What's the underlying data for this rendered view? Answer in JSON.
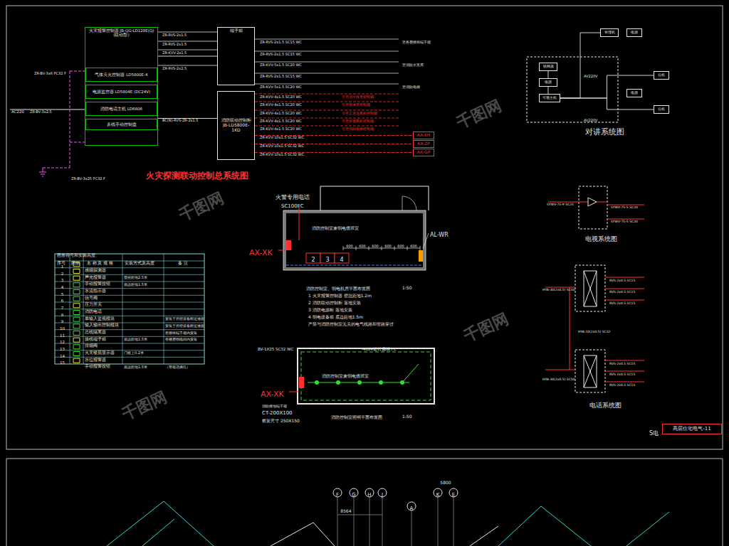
{
  "diagram": {
    "title": "火灾探测联动控制总系统图",
    "nodes": [
      {
        "text": [
          "火灾报警控制器 JB-QG-LD128E(Q) (联动型)"
        ]
      },
      {
        "text": [
          "气体灭火控制器 LD5800E-4"
        ],
        "in": 0
      },
      {
        "text": [
          "电源监控器 LD5804E (DC24V)"
        ],
        "in": 0
      },
      {
        "text": [
          "消防电话主机 LD6806"
        ],
        "in": 0
      },
      {
        "text": [
          "多线手动控制盘"
        ],
        "in": 0
      },
      {
        "text": [
          "端子箱"
        ]
      },
      {
        "text": [
          "消防联动控制柜 JB-LD5800E-1KD"
        ]
      },
      {
        "text": [
          "AX-XH"
        ]
      },
      {
        "text": [
          "AX-ZP"
        ]
      },
      {
        "text": [
          "AX-GP"
        ]
      },
      {
        "text": [
          "联网器"
        ]
      },
      {
        "text": [
          "电源"
        ]
      },
      {
        "text": [
          "可视主机"
        ]
      },
      {
        "text": [
          "管理机"
        ]
      },
      {
        "text": [
          "电源"
        ]
      },
      {
        "text": [
          "分机"
        ]
      },
      {
        "text": [
          "电源"
        ]
      },
      {
        "text": [
          "分机"
        ]
      },
      {
        "text": [
          "高层住宅电气-11"
        ]
      }
    ],
    "edges": [
      {
        "from": 0,
        "to": 5,
        "arrow": "none"
      },
      {
        "from": 0,
        "to": 6,
        "arrow": "none"
      },
      {
        "from": 6,
        "to": 7,
        "arrow": "none"
      },
      {
        "from": 6,
        "to": 8,
        "arrow": "none"
      },
      {
        "from": 6,
        "to": 9,
        "arrow": "none"
      },
      {
        "from": 12,
        "to": 13,
        "arrow": "none"
      },
      {
        "from": 12,
        "to": 15,
        "arrow": "none"
      },
      {
        "from": 12,
        "to": 17,
        "arrow": "none"
      },
      {
        "from": 10,
        "to": 11,
        "arrow": "none"
      },
      {
        "from": 11,
        "to": 12,
        "arrow": "none"
      }
    ],
    "labels": [
      "AC220",
      "ZR-BV-3x2.5",
      "ZR-BV-3x6 PC32 F",
      "ZR-BV-3x25 PC32 F",
      "ZR-RVS-2x1.5",
      "ZR-RVS-2x1.5",
      "ZR-KVV-2x1.5",
      "ZR-RVS-2x2.5",
      "BC(N)-RVS-ZR-2x1.5",
      "ZR-RVS-2x1.5 SC15 WC",
      "ZR-RVS-2x1.5 SC15 WC",
      "ZR-KVV-5x1.5 SC20 WC",
      "ZR-RVS-2x1.5 SC15 WC",
      "ZR-KVV-5x1.5 SC20 WC",
      "至各层接线端子箱",
      "至消防水泵房",
      "至消防电梯",
      "ZR-KVV-4x1.5 SC20 WC",
      "ZR-KVV-4x1.5 SC20 WC",
      "ZR-KVV-4x1.5 SC20 WC",
      "ZR-KVV-4x1.5 SC20 WC",
      "ZR-KVV-4x1.5 SC20 WC",
      "引至消火栓泵控制箱",
      "引至喷淋泵控制箱",
      "引至正压送风机控制箱",
      "引至排烟风机控制箱",
      "引至消防电梯控制箱",
      "ZR-KVV-10x1.5 SC32 WC",
      "ZR-KVV-10x1.5 SC32 WC",
      "ZR-KVV-10x1.5 SC32 WC",
      "对讲系统图",
      "AV220V",
      "AV220V",
      "电视系统图",
      "SYWV-75-9 SC25",
      "SYWV-75-5 SC20",
      "SYWV-75-5 SC20",
      "HYA-30(2x0.5) SC50",
      "RVS-2x0.5 SC15",
      "RVS-2x0.5 SC15",
      "RVS-2x0.5 SC15",
      "HYA-30(2x0.5) SC50",
      "RVS-2x0.5 SC15",
      "RVS-2x0.5 SC15",
      "RVS-2x0.5 SC15",
      "电话系统图",
      "HYA-10(2x0.5) SC32",
      "图形符号和安装高度",
      "序号",
      "图例",
      "名 称 及 规 格",
      "安装方式及高度",
      "备 注",
      "1",
      "2",
      "3",
      "4",
      "5",
      "6",
      "7",
      "8",
      "9",
      "10",
      "11",
      "12",
      "13",
      "14",
      "15",
      "感烟探测器",
      "声光报警器",
      "手动报警按钮",
      "水流指示器",
      "信号阀",
      "压力开关",
      "消防电话",
      "单输入监视模块",
      "输入输出控制模块",
      "总线隔离器",
      "接线端子箱",
      "排烟阀",
      "火灾楼层显示器",
      "水位报警器",
      "手动报警按钮",
      "壁挂距地2.5米",
      "底边距地1.5米",
      "底边距地1.5米",
      "门框上0.2米",
      "底边距地1.5米",
      "安装于所控设备附近墙面",
      "安装于所控设备附近墙面",
      "在接线端子箱内安装",
      "在楼层弱电间内安装",
      "（带电话插孔）",
      "火警专用电话",
      "SC100FC",
      "AX-XK",
      "AL-WR",
      "消防控制室兼弱电值班室",
      "2",
      "3",
      "4",
      "600",
      "600",
      "600",
      "600",
      "600",
      "600",
      "消防控制室、弱电机房平面布置图",
      "1:50",
      "1  火灾报警控制器 壁挂距地1.2m",
      "2  消防联动控制柜 落地安装",
      "3  消防电源柜 落地安装",
      "4  弱电设备箱 底边距地1.5m",
      "严禁与消防控制室无关的电气线路和管路穿过",
      "BV-1X25 SC32 WC",
      "-40x4镀锌扁钢 FC",
      "消防控制室兼弱电值班室",
      "AX-XK",
      "消防接地端子箱",
      "CT-200X100",
      "桥架尺寸 250X150",
      "消防控制室照明平面布置图",
      "1:50",
      "S电",
      "F",
      "G",
      "H",
      "J",
      "K",
      "E",
      "A",
      "8564",
      "5800",
      "千图网",
      "千图网",
      "千图网",
      "千图网"
    ]
  }
}
